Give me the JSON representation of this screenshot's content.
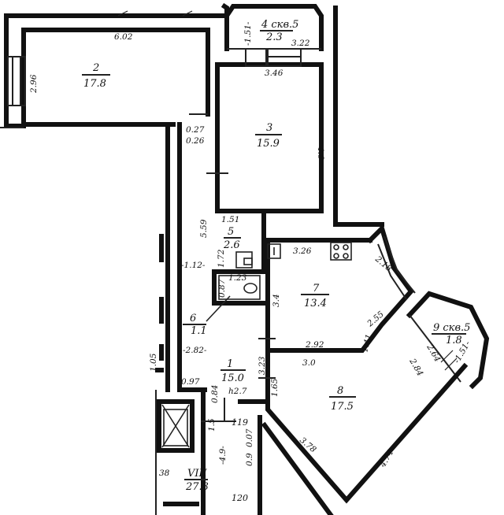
{
  "rooms": [
    {
      "id": "2",
      "number": "2",
      "area": "17.8"
    },
    {
      "id": "3",
      "number": "3",
      "area": "15.9"
    },
    {
      "id": "4",
      "number": "4 скв.5",
      "area": "2.3"
    },
    {
      "id": "5",
      "number": "5",
      "area": "2.6"
    },
    {
      "id": "6",
      "number": "6",
      "area": "1.1"
    },
    {
      "id": "7",
      "number": "7",
      "area": "13.4"
    },
    {
      "id": "1",
      "number": "1",
      "area": "15.0"
    },
    {
      "id": "8",
      "number": "8",
      "area": "17.5"
    },
    {
      "id": "9",
      "number": "9 скв.5",
      "area": "1.8"
    },
    {
      "id": "viii",
      "number": "VIII",
      "area": "27.3"
    }
  ],
  "dimensions": {
    "d_602": "6.02",
    "d_296": "2.96",
    "d_151_top": "-1.51-",
    "d_322": "3.22",
    "d_346": "3.46",
    "d_46": "4.6",
    "d_027": "0.27",
    "d_026": "0.26",
    "d_559": "5.59",
    "d_151_wc": "1.51",
    "d_172": "1.72",
    "d_112": "-1.12-",
    "d_087": "0.87",
    "d_123": "1.23",
    "d_34": "3.4",
    "d_326": "3.26",
    "d_218": "2.18",
    "d_255": "2.55",
    "d_292": "2.92",
    "d_141": "1.41",
    "d_30": "3.0",
    "d_323": "3.23",
    "d_282": "-2.82-",
    "d_097": "0.97",
    "d_084": "0.84",
    "d_h27": "h2.7",
    "d_165": "1.65",
    "d_264": "2.64",
    "d_151_b": "-1.51-",
    "d_284": "2.84",
    "d_474": "4.74",
    "d_378": "3.78",
    "d_105": "1.05",
    "d_15": "1.5",
    "d_49": "-4.9-",
    "d_007": "0.07",
    "d_09": "0.9",
    "d_38": "38"
  },
  "labels": {
    "lbl_119": "119",
    "lbl_120": "120"
  }
}
